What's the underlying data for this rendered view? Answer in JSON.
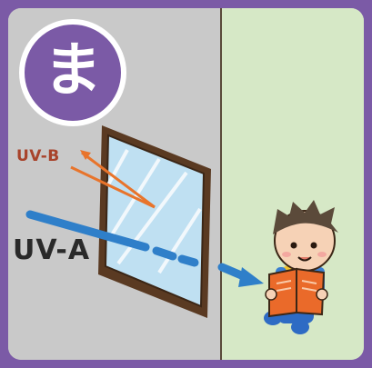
{
  "badge": {
    "character": "ま"
  },
  "labels": {
    "uvb": "UV-B",
    "uva": "UV-A"
  },
  "colors": {
    "border": "#7b5aa6",
    "inside_wall": "#c9c9c9",
    "outside": "#d6e8c6",
    "uvb_ray": "#e8742b",
    "uva_ray": "#2f7fc9",
    "glass": "#bfe0f2",
    "book": "#ea6a2a"
  },
  "icons": {
    "window": "window-icon",
    "child": "child-reading-icon",
    "book": "book-icon"
  }
}
